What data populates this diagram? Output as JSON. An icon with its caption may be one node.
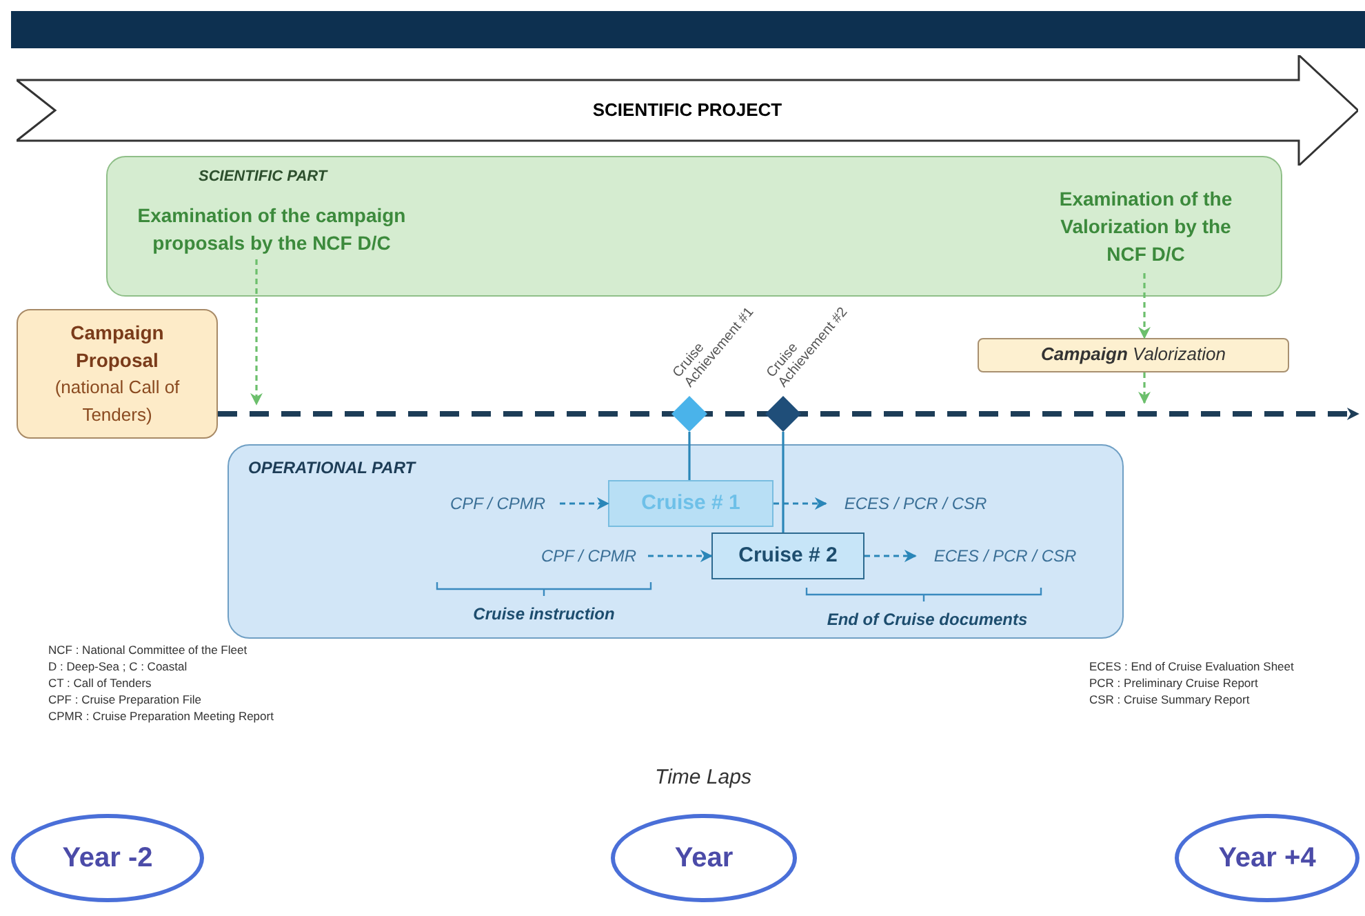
{
  "diagram": {
    "nodes": [
      {
        "text": [
          "SCIENTIFIC PROJECT"
        ]
      },
      {
        "text": [
          "SCIENTIFIC PART"
        ]
      },
      {
        "text": [
          "Examination of the campaign proposals by the NCF D/C"
        ],
        "in": 1
      },
      {
        "text": [
          "Examination of the Valorization by the NCF D/C"
        ],
        "in": 1
      },
      {
        "text": [
          "Campaign Proposal",
          "(national Call of Tenders)"
        ]
      },
      {
        "text": [
          "**Campaign** Valorization"
        ]
      },
      {
        "text": [],
        "shape": "diamond",
        "beside": [
          "Cruise Achievement #1"
        ]
      },
      {
        "text": [],
        "shape": "diamond",
        "beside": [
          "Cruise Achievement #2"
        ]
      },
      {
        "text": [
          "OPERATIONAL PART"
        ]
      },
      {
        "text": [
          "CPF / CPMR"
        ],
        "in": 8
      },
      {
        "text": [
          "Cruise # 1"
        ],
        "in": 8
      },
      {
        "text": [
          "ECES / PCR / CSR"
        ],
        "in": 8
      },
      {
        "text": [
          "CPF / CPMR"
        ],
        "in": 8
      },
      {
        "text": [
          "Cruise # 2"
        ],
        "in": 8
      },
      {
        "text": [
          "ECES / PCR / CSR"
        ],
        "in": 8
      },
      {
        "text": [
          "Year -2"
        ]
      },
      {
        "text": [
          "Year"
        ]
      },
      {
        "text": [
          "Year +4"
        ]
      }
    ],
    "edges": [
      {
        "from": 4,
        "to": null,
        "arrow": "to",
        "style": "dashed",
        "color": "#1d3d57"
      },
      {
        "from": 2,
        "to": null,
        "arrow": "to",
        "style": "dashed",
        "color": "#6cbf6c"
      },
      {
        "from": 3,
        "to": 5,
        "arrow": "to",
        "style": "dashed",
        "color": "#6cbf6c"
      },
      {
        "from": 5,
        "to": null,
        "arrow": "to",
        "style": "dashed",
        "color": "#6cbf6c"
      },
      {
        "from": 9,
        "to": 10,
        "arrow": "to",
        "style": "dashed"
      },
      {
        "from": 10,
        "to": 11,
        "arrow": "to",
        "style": "dashed"
      },
      {
        "from": 12,
        "to": 13,
        "arrow": "to",
        "style": "dashed"
      },
      {
        "from": 13,
        "to": 14,
        "arrow": "to",
        "style": "dashed"
      },
      {
        "from": 6,
        "to": 10,
        "arrow": "none"
      },
      {
        "from": 7,
        "to": 13,
        "arrow": "none"
      }
    ],
    "labels": [
      "Cruise instruction",
      "End of Cruise documents",
      "NCF : National Committee of the Fleet",
      "D : Deep-Sea ; C : Coastal",
      "CT : Call of Tenders",
      "CPF : Cruise Preparation File",
      "CPMR : Cruise Preparation Meeting Report",
      "ECES : End of Cruise Evaluation Sheet",
      "PCR : Preliminary Cruise Report",
      "CSR : Cruise Summary Report",
      "Time Laps"
    ]
  }
}
